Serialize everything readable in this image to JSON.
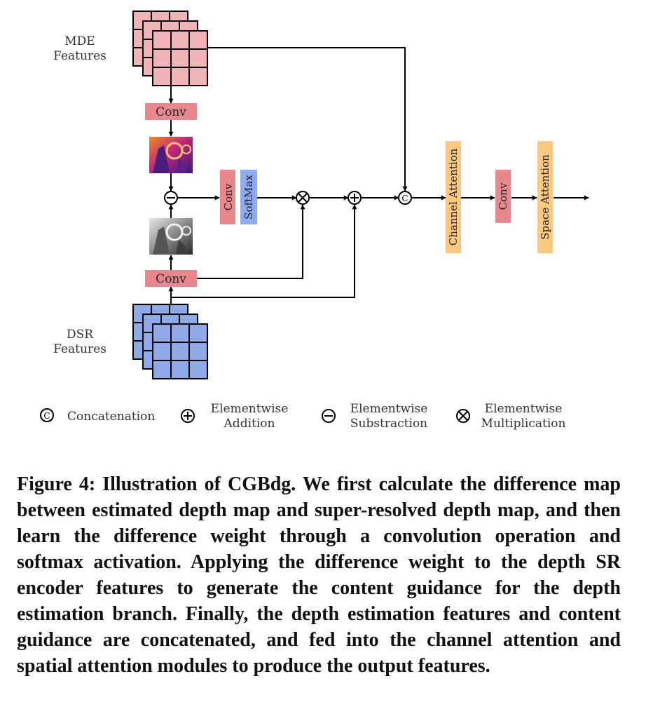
{
  "diagram": {
    "inputs": {
      "mde": {
        "line1": "MDE",
        "line2": "Features"
      },
      "dsr": {
        "line1": "DSR",
        "line2": "Features"
      }
    },
    "blocks": {
      "conv_mde": "Conv",
      "conv_dsr": "Conv",
      "conv_mid": "Conv",
      "softmax": "SoftMax",
      "channel_attention": "Channel Attention",
      "conv_out": "Conv",
      "space_attention": "Space Attention"
    },
    "operators": {
      "subtract": "⊖",
      "multiply": "⊗",
      "add": "⊕",
      "concat": "©"
    },
    "legend": [
      {
        "symbol": "©",
        "line1": "Concatenation",
        "line2": ""
      },
      {
        "symbol": "⊕",
        "line1": "Elementwise",
        "line2": "Addition"
      },
      {
        "symbol": "⊖",
        "line1": "Elementwise",
        "line2": "Substraction"
      },
      {
        "symbol": "⊗",
        "line1": "Elementwise",
        "line2": "Multiplication"
      }
    ],
    "colors": {
      "mde_feature": "#f0b3b8",
      "dsr_feature": "#8fa8e6",
      "conv_block": "#e8888e",
      "softmax_block": "#8eaaf0",
      "attention_block": "#f9c882"
    }
  },
  "caption": "Figure 4: Illustration of CGBdg. We first calculate the difference map between estimated depth map and super-resolved depth map, and then learn the difference weight through a convolution operation and softmax activation. Applying the difference weight to the depth SR encoder features to generate the content guidance for the depth estimation branch. Finally, the depth estimation features and content guidance are concatenated, and fed into the channel attention and spatial attention modules to produce the output features."
}
